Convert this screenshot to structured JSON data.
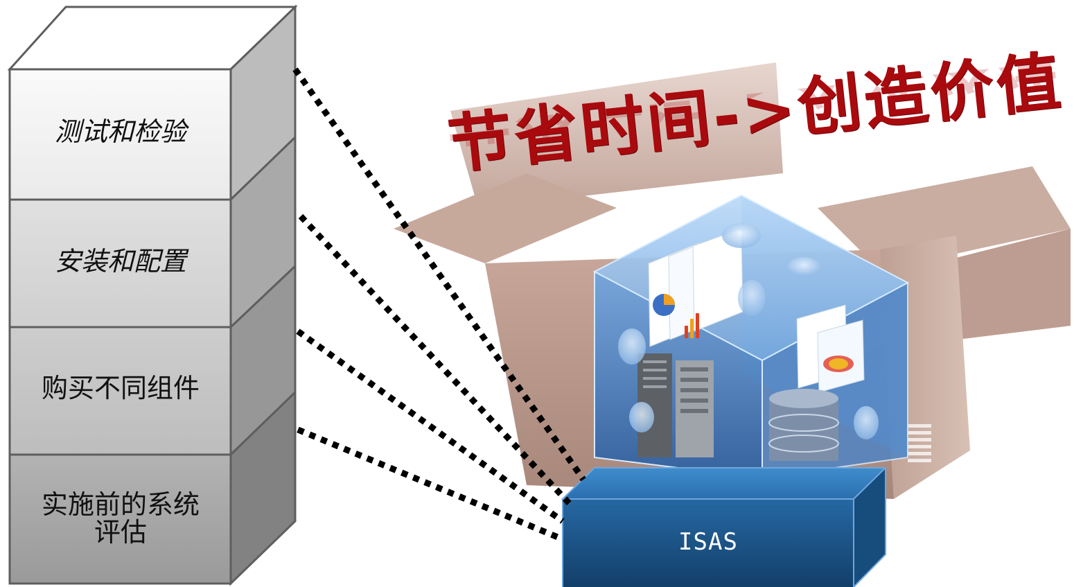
{
  "stack": {
    "layers": [
      {
        "label": "测试和检验",
        "italic": true
      },
      {
        "label": "安装和配置",
        "italic": true
      },
      {
        "label": "购买不同组件",
        "italic": false
      },
      {
        "label": "实施前的系统\n评估",
        "italic": false
      }
    ]
  },
  "headline": {
    "text": "节省时间->创造价值",
    "color": "#a90a0e"
  },
  "product": {
    "label": "ISAS",
    "color": "#1c4e7a"
  },
  "colors": {
    "box_cardboard": "#b8978a",
    "cube_glass": "#4f8fd6"
  },
  "icons": {
    "brand_mark": "ibm-logo-icon"
  }
}
